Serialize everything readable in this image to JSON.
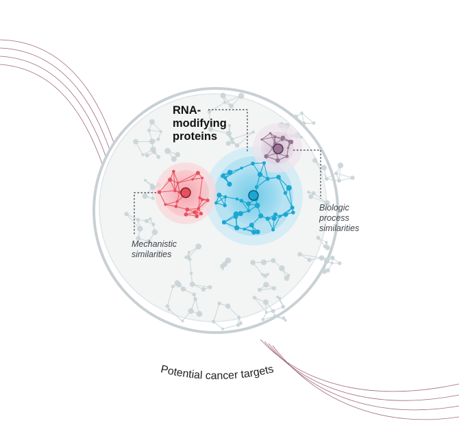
{
  "labels": {
    "main_line1": "RNA-",
    "main_line2": "modifying",
    "main_line3": "proteins",
    "mech_line1": "Mechanistic",
    "mech_line2": "similarities",
    "bio_line1": "Biologic",
    "bio_line2": "process",
    "bio_line3": "similarities",
    "arc": "Potential cancer targets"
  },
  "colors": {
    "background_network": "#c9d4d7",
    "rna_cluster": "#1aa7d1",
    "mechanistic_cluster": "#e8505e",
    "biologic_cluster": "#9a7593",
    "decorative_lines": "#8e4c5e",
    "outer_ring": "#c8d0d4"
  }
}
